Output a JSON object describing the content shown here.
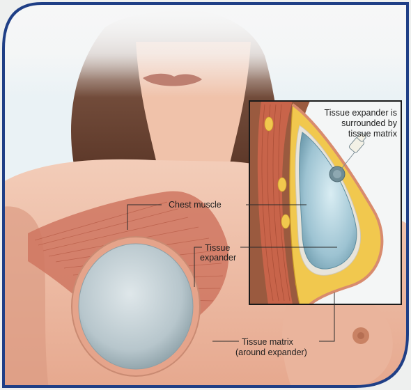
{
  "labels": {
    "chest_muscle": "Chest muscle",
    "tissue_expander": [
      "Tissue",
      "expander"
    ],
    "tissue_matrix": [
      "Tissue matrix",
      "(around expander)"
    ],
    "inset_caption": [
      "Tissue expander is",
      "surrounded by",
      "tissue matrix"
    ]
  },
  "colors": {
    "frame_border": "#1f3f86",
    "skin": "#e9b09a",
    "muscle": "#c96a55",
    "expander": "#b9c9cf",
    "fat_layer": "#f1c84e",
    "inset_background": "#9a5a3f"
  }
}
